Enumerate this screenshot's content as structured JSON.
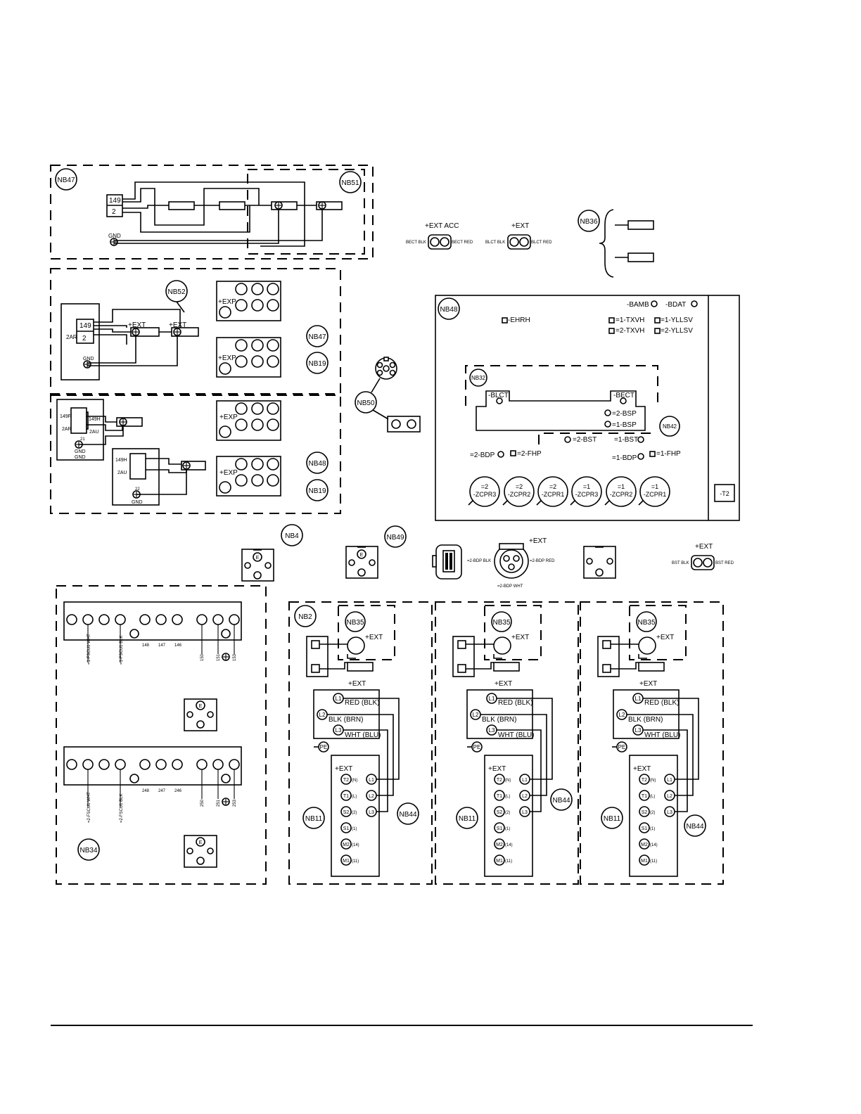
{
  "labels": {
    "nb47": "NB47",
    "nb51": "NB51",
    "nb52": "NB52",
    "nb19": "NB19",
    "nb48": "NB48",
    "nb50": "NB50",
    "nb36": "NB36",
    "nb32": "NB32",
    "nb42": "NB42",
    "nb4": "NB4",
    "nb49": "NB49",
    "nb34": "NB34",
    "nb2": "NB2",
    "nb35": "NB35",
    "nb11": "NB11",
    "nb44": "NB44",
    "ext": "+EXT",
    "exp": "+EXP",
    "ext_acc": "+EXT ACC",
    "t149": "149",
    "t2": "2",
    "ar2": "2AR",
    "au2": "2AU",
    "gnd": "GND",
    "t149f": "149F",
    "t149h": "149H",
    "t21": "21",
    "t22": "22",
    "bect_blk": "BECT BLK",
    "bect_red": "BECT RED",
    "blct_blk": "BLCT BLK",
    "blct_red": "BLCT RED",
    "bst_blk": "BST BLK",
    "bst_red": "BST RED",
    "bamb": "-BAMB",
    "bdat": "-BDAT",
    "ehrh": "-EHRH",
    "txvh1": "=1-TXVH",
    "txvh2": "=2-TXVH",
    "yllsv1": "=1-YLLSV",
    "yllsv2": "=2-YLLSV",
    "blct": "-BLCT",
    "bect": "-BECT",
    "bsp2": "=2-BSP",
    "bsp1": "=1-BSP",
    "bst2": "=2-BST",
    "bst1": "=1-BST",
    "bdp2": "=2-BDP",
    "fhp2": "=2-FHP",
    "bdp1": "=1-BDP",
    "fhp1": "=1-FHP",
    "z2": "=2",
    "z1": "=1",
    "zcpr3": "-ZCPR3",
    "zcpr2": "-ZCPR2",
    "zcpr1": "-ZCPR1",
    "t2box": "-T2",
    "bdp_blk": "=2-BDP BLK",
    "bdp_red": "=2-BDP RED",
    "bdp_wht": "=2-BDP WHT",
    "e": "E",
    "t148": "148",
    "t147": "147",
    "t146": "146",
    "t150": "150",
    "t151": "151",
    "t153": "153",
    "t248": "248",
    "t247": "247",
    "t246": "246",
    "t250": "250",
    "t251": "251",
    "t253": "253",
    "w1wht": "=1-FSCU1 WHT",
    "w1blk": "=1-FSCU1 BLK",
    "w2wht": "=2-FSCU1 WHT",
    "w2blk": "=2-FSCU1 BLK",
    "l1": "L1",
    "l2": "L2",
    "l3": "L3",
    "pe": "PE",
    "red_blk": "RED (BLK)",
    "blk_brn": "BLK (BRN)",
    "wht_blu": "WHT (BLU)",
    "tt2": "T2",
    "tt1": "T1",
    "ts2": "S2",
    "ts1": "S1",
    "tm2": "M2",
    "tm1": "M1",
    "n_n": "(N)",
    "n_l": "(L)",
    "n_2": "(2)",
    "n_1": "(1)",
    "n_14": "(14)",
    "n_11": "(11)"
  }
}
